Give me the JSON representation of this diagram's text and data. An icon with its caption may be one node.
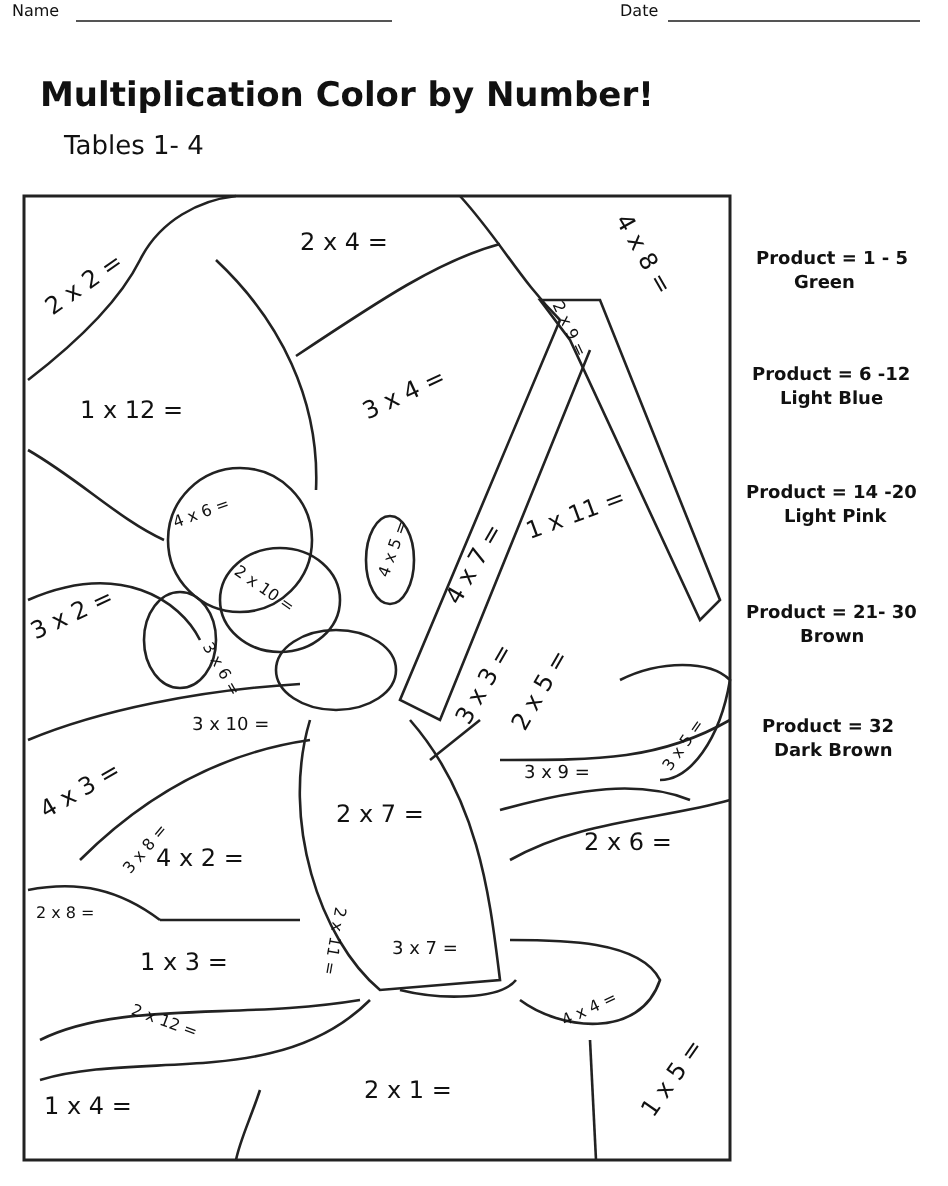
{
  "diagram": {
    "title": "Multiplication Color by Number!",
    "labels": [
      "Name",
      "Date",
      "Tables 1- 4",
      "2 x 2 =",
      "2 x 4 =",
      "4 x 8 =",
      "2 x 9 =",
      "1 x 12 =",
      "3 x 4 =",
      "4 x 6 =",
      "4 x 5 =",
      "2 x 10 =",
      "1 x 11 =",
      "3 x 2 =",
      "3 x 6 =",
      "4 x 7 =",
      "3 x 3 =",
      "2 x 5 =",
      "3 x 5 =",
      "4 x 3 =",
      "3 x 10 =",
      "3 x 8 =",
      "2 x 7 =",
      "3 x 9 =",
      "4 x 2 =",
      "2 x 6 =",
      "2 x 8 =",
      "2 x 11 =",
      "3 x 7 =",
      "1 x 3 =",
      "2 x 12 =",
      "4 x 4 =",
      "2 x 1 =",
      "1 x 4 =",
      "1 x 5 =",
      "Product = 1 - 5",
      "Green",
      "Product = 6 -12",
      "Light Blue",
      "Product = 14 -20",
      "Light Pink",
      "Product = 21- 30",
      "Brown",
      "Product = 32",
      "Dark Brown"
    ]
  }
}
